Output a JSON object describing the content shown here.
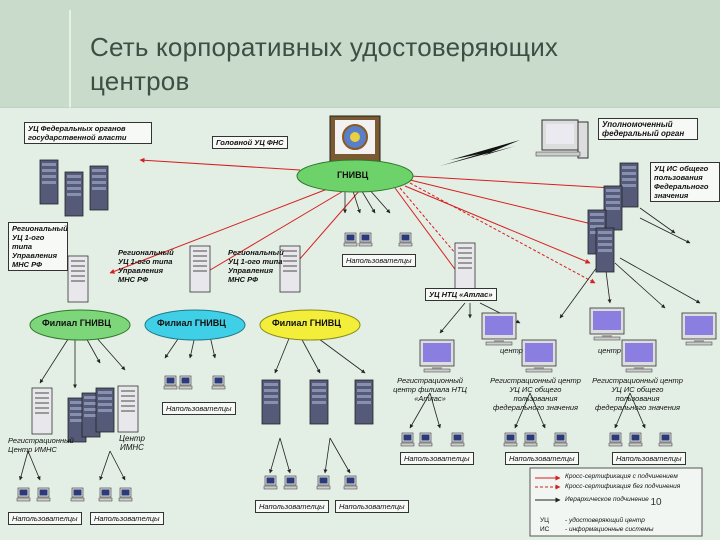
{
  "slide": {
    "title_line1": "Сеть корпоративных удостоверяющих",
    "title_line2": "центров",
    "page_number": "10"
  },
  "nodes": {
    "federal_bodies": "УЦ Федеральных органов государственной власти",
    "head_ca": "Головной УЦ ФНС",
    "gnivc": "ГНИВЦ",
    "authorized_body": "Уполномоченный федеральный орган",
    "public_ca": "УЦ ИС общего пользования Федерального значения",
    "regional_ca_1": "Региональный УЦ 1-ого типа Управления МНС РФ",
    "regional_ca_2": "Региональный УЦ 1-ого типа Управления МНС РФ",
    "regional_ca_3": "Региональный УЦ 1-ого типа Управления МНС РФ",
    "branch_1": "Филиал ГНИВЦ",
    "branch_2": "Филиал ГНИВЦ",
    "branch_3": "Филиал ГНИВЦ",
    "ntc_ca": "УЦ НТЦ «Атлас»",
    "registration_center_imns": "Регистрационный Центр ИМНС",
    "center_imns": "Центр ИМНС",
    "reg_center_ntc": "Регистрационный центр филиала НТЦ «Атлас»",
    "reg_center_public_1": "Регистрационный центр УЦ ИС общего пользования федерального значения",
    "reg_center_public_2": "Регистрационный центр УЦ ИС общего пользования федерального значения",
    "users_label": "Напользователцы",
    "center_label": "центр",
    "ellipsis": "..."
  },
  "legend": {
    "line1": "Кросс-сертификация с подчинением",
    "line2": "Кросс-сертификация без подчинения",
    "line3": "Иерархическое подчинение",
    "abbr1_key": "УЦ",
    "abbr1_val": "- удостоверяющий центр",
    "abbr2_key": "ИС",
    "abbr2_val": "- информационные системы"
  },
  "colors": {
    "background": "#c9dccb",
    "title": "#3c4f44",
    "gnivc_ellipse": "#6dd26a",
    "branch_1": "#7ed67a",
    "branch_2": "#3fd0e8",
    "branch_3": "#f2ee3a",
    "red_link": "#d62020",
    "server": "#5a5f7a"
  }
}
